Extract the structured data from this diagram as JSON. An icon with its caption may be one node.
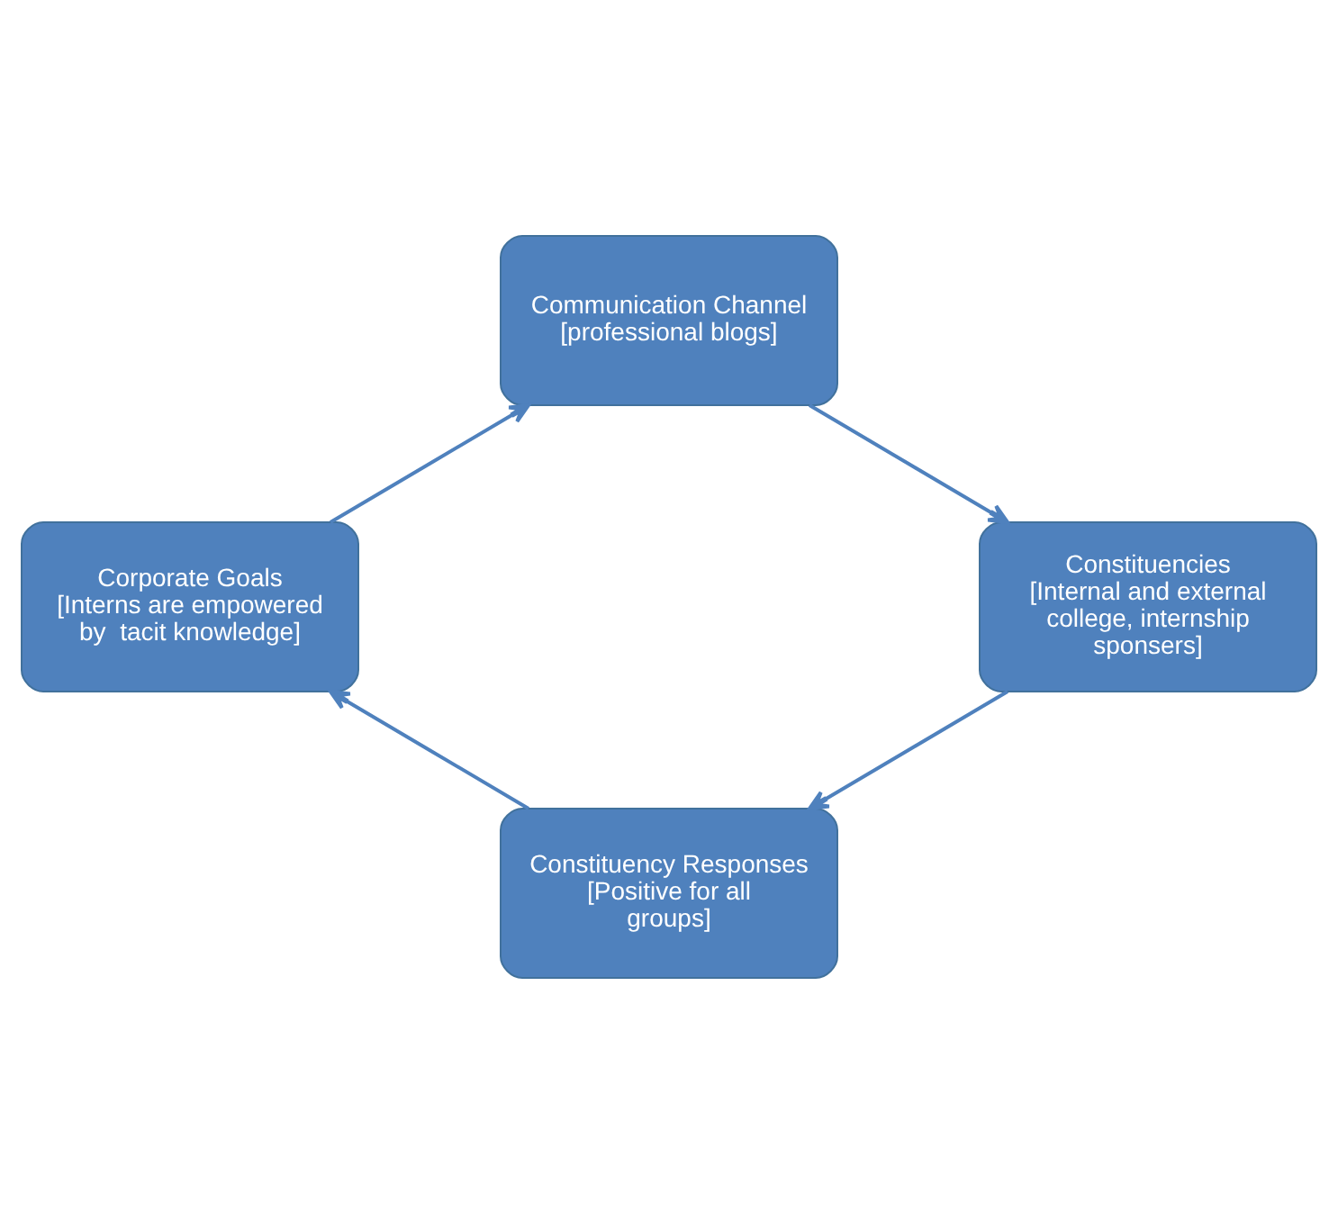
{
  "diagram": {
    "nodes": [
      {
        "text": [
          "Communication Channel",
          "[professional blogs]"
        ]
      },
      {
        "text": [
          "Constituencies",
          "[Internal and external college, internship sponsers]"
        ]
      },
      {
        "text": [
          "Constituency Responses",
          "[Positive for all groups]"
        ]
      },
      {
        "text": [
          "Corporate Goals",
          "[Interns are empowered by  tacit knowledge]"
        ]
      }
    ],
    "edges": [
      {
        "from": 0,
        "to": 1,
        "arrow": "to"
      },
      {
        "from": 1,
        "to": 2,
        "arrow": "to"
      },
      {
        "from": 2,
        "to": 3,
        "arrow": "to"
      },
      {
        "from": 3,
        "to": 0,
        "arrow": "to"
      }
    ]
  }
}
